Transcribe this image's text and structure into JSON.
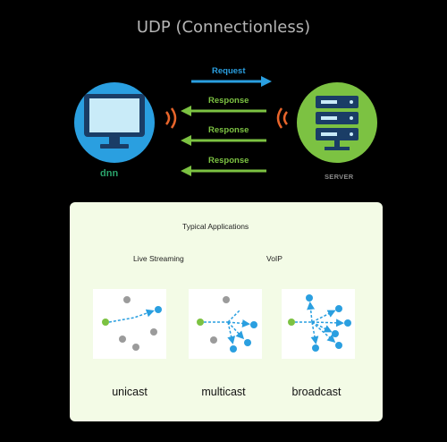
{
  "title": "UDP (Connectionless)",
  "client": {
    "brand": "dnn",
    "icon": "computer-monitor-icon"
  },
  "server": {
    "label": "SERVER",
    "icon": "server-rack-icon"
  },
  "arrows": [
    {
      "label": "Request",
      "direction": "to-server",
      "color": "#2a9fe0"
    },
    {
      "label": "Response",
      "direction": "to-client",
      "color": "#7cc242"
    },
    {
      "label": "Response",
      "direction": "to-client",
      "color": "#7cc242"
    },
    {
      "label": "Response",
      "direction": "to-client",
      "color": "#7cc242"
    }
  ],
  "applications": {
    "title": "Typical Applications",
    "examples": [
      "Live Streaming",
      "VoIP"
    ]
  },
  "cast_types": [
    {
      "label": "unicast"
    },
    {
      "label": "multicast"
    },
    {
      "label": "broadcast"
    }
  ],
  "colors": {
    "client_circle": "#2a9fe0",
    "server_circle": "#7cc242",
    "signal": "#e8652b",
    "panel_bg": "#f3fbe6",
    "node_source": "#7cc242",
    "node_target": "#2a9fe0",
    "node_idle": "#9b9b9b"
  }
}
